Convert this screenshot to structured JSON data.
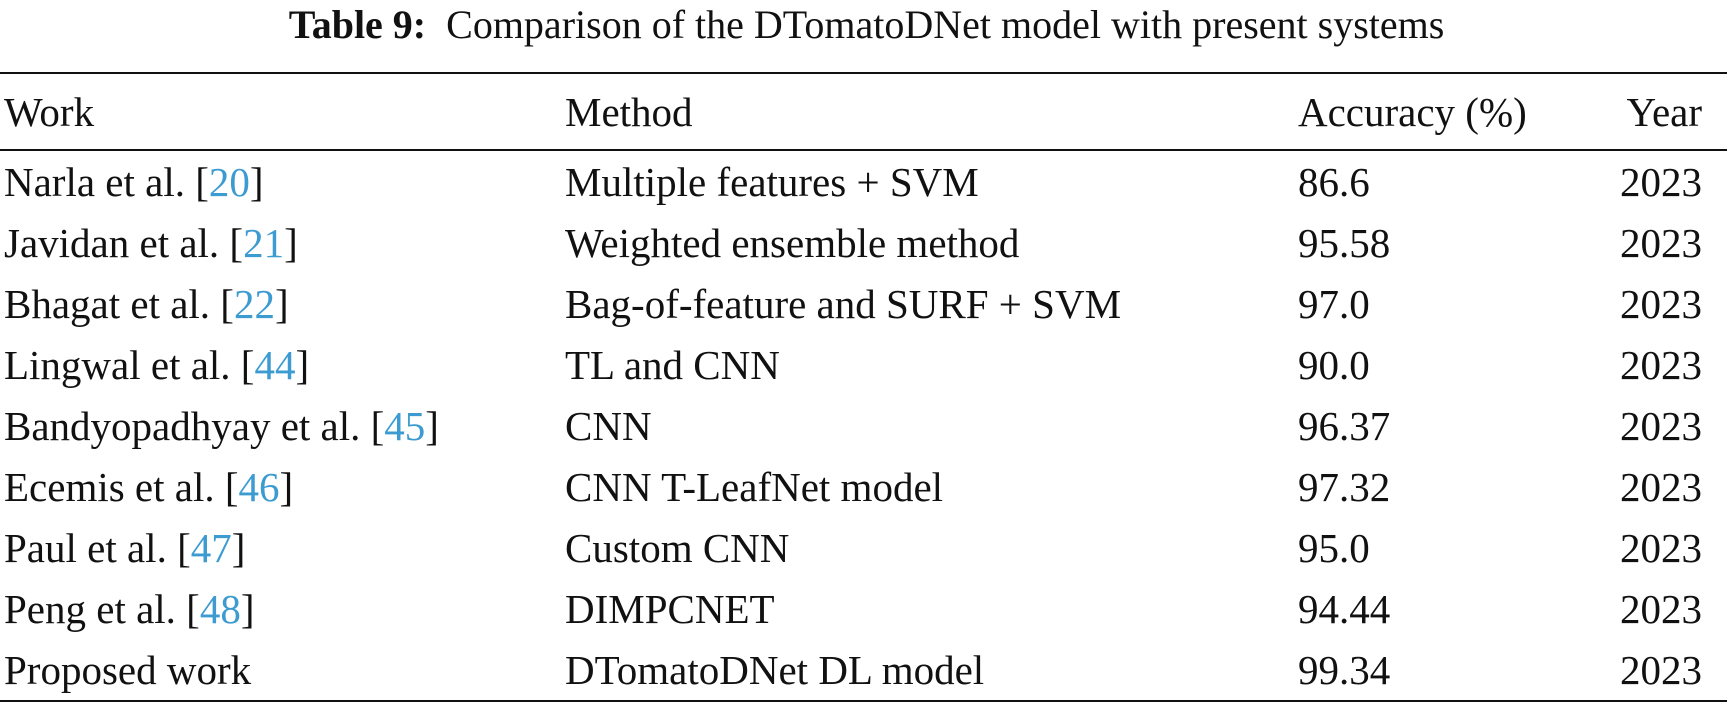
{
  "caption": {
    "label": "Table 9:",
    "text": "Comparison of the DTomatoDNet model with present systems"
  },
  "table": {
    "headers": {
      "work": "Work",
      "method": "Method",
      "accuracy": "Accuracy (%)",
      "year": "Year"
    },
    "rows": [
      {
        "work": "Narla et al. [",
        "ref": "20",
        "close": "]",
        "method": "Multiple features + SVM",
        "accuracy": "86.6",
        "year": "2023"
      },
      {
        "work": "Javidan et al. [",
        "ref": "21",
        "close": "]",
        "method": "Weighted ensemble method",
        "accuracy": "95.58",
        "year": "2023"
      },
      {
        "work": "Bhagat et al. [",
        "ref": "22",
        "close": "]",
        "method": "Bag-of-feature and SURF + SVM",
        "accuracy": "97.0",
        "year": "2023"
      },
      {
        "work": "Lingwal et al. [",
        "ref": "44",
        "close": "]",
        "method": "TL and CNN",
        "accuracy": "90.0",
        "year": "2023"
      },
      {
        "work": "Bandyopadhyay et al. [",
        "ref": "45",
        "close": "]",
        "method": "CNN",
        "accuracy": "96.37",
        "year": "2023"
      },
      {
        "work": "Ecemis et al. [",
        "ref": "46",
        "close": "]",
        "method": "CNN T-LeafNet model",
        "accuracy": "97.32",
        "year": "2023"
      },
      {
        "work": "Paul et al. [",
        "ref": "47",
        "close": "]",
        "method": "Custom CNN",
        "accuracy": "95.0",
        "year": "2023"
      },
      {
        "work": "Peng et al. [",
        "ref": "48",
        "close": "]",
        "method": "DIMPCNET",
        "accuracy": "94.44",
        "year": "2023"
      },
      {
        "work": "Proposed work",
        "ref": "",
        "close": "",
        "method": "DTomatoDNet DL model",
        "accuracy": "99.34",
        "year": "2023"
      }
    ]
  }
}
